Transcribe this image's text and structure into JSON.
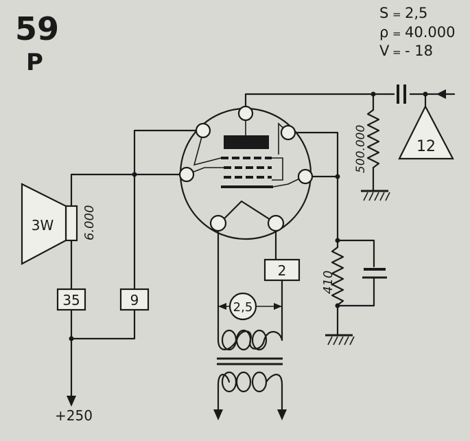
{
  "header": {
    "number": "59",
    "type": "P"
  },
  "specs": [
    {
      "key": "S",
      "sep": "=",
      "value": "2,5"
    },
    {
      "key": "ρ",
      "sep": "=",
      "value": "40.000"
    },
    {
      "key": "V",
      "sep": "=",
      "value": "- 18"
    }
  ],
  "components": {
    "speaker_label": "3W",
    "transformer_label": "6.000",
    "grid_resistor_label": "500.000",
    "cathode_resistor_label": "410",
    "heater_voltage_label": "2,5",
    "box_35": "35",
    "box_9": "9",
    "box_2": "2",
    "input_triangle_label": "12",
    "supply_label": "+250"
  }
}
